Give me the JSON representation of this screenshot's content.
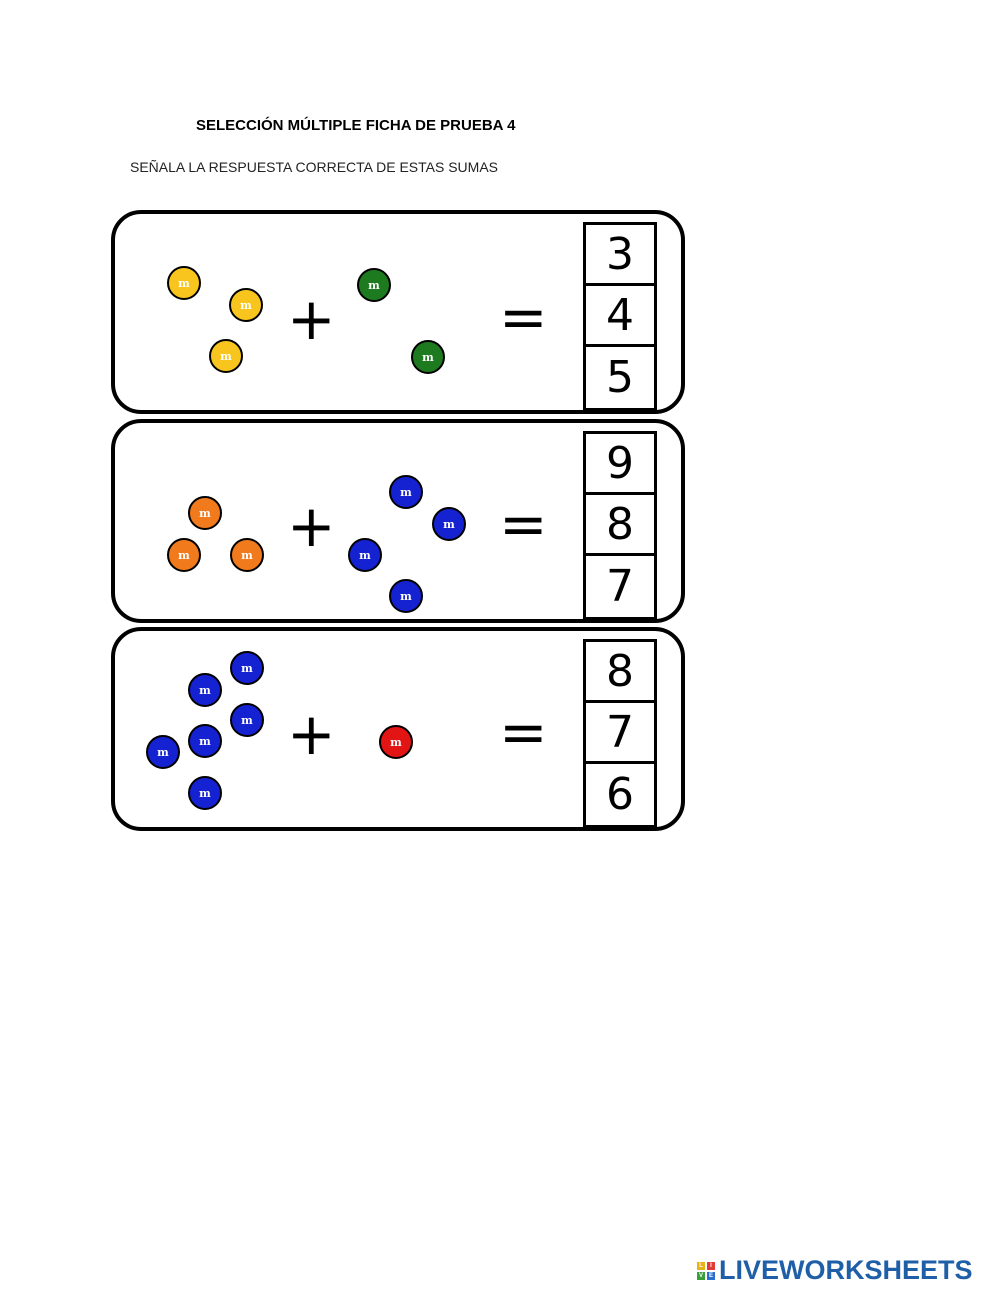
{
  "title": "SELECCIÓN MÚLTIPLE FICHA DE PRUEBA 4",
  "instruction": "SEÑALA LA RESPUESTA CORRECTA DE ESTAS SUMAS",
  "candy_letter": "m",
  "plus_sign": "+",
  "equals_sign": "=",
  "colors": {
    "yellow": "#f8c51e",
    "green": "#1e7a1e",
    "orange": "#f07a1c",
    "blue": "#1522d2",
    "red": "#e31414",
    "logo": "#1f5fa8"
  },
  "exercises": [
    {
      "left_group": {
        "color": "yellow",
        "count": 3
      },
      "right_group": {
        "color": "green",
        "count": 2
      },
      "options": [
        "3",
        "4",
        "5"
      ]
    },
    {
      "left_group": {
        "color": "orange",
        "count": 3
      },
      "right_group": {
        "color": "blue",
        "count": 4
      },
      "options": [
        "9",
        "8",
        "7"
      ]
    },
    {
      "left_group": {
        "color": "blue",
        "count": 6
      },
      "right_group": {
        "color": "red",
        "count": 1
      },
      "options": [
        "8",
        "7",
        "6"
      ]
    }
  ],
  "footer": {
    "logo_text": "LIVEWORKSHEETS",
    "logo_tiles": [
      "L",
      "I",
      "V",
      "E"
    ]
  }
}
